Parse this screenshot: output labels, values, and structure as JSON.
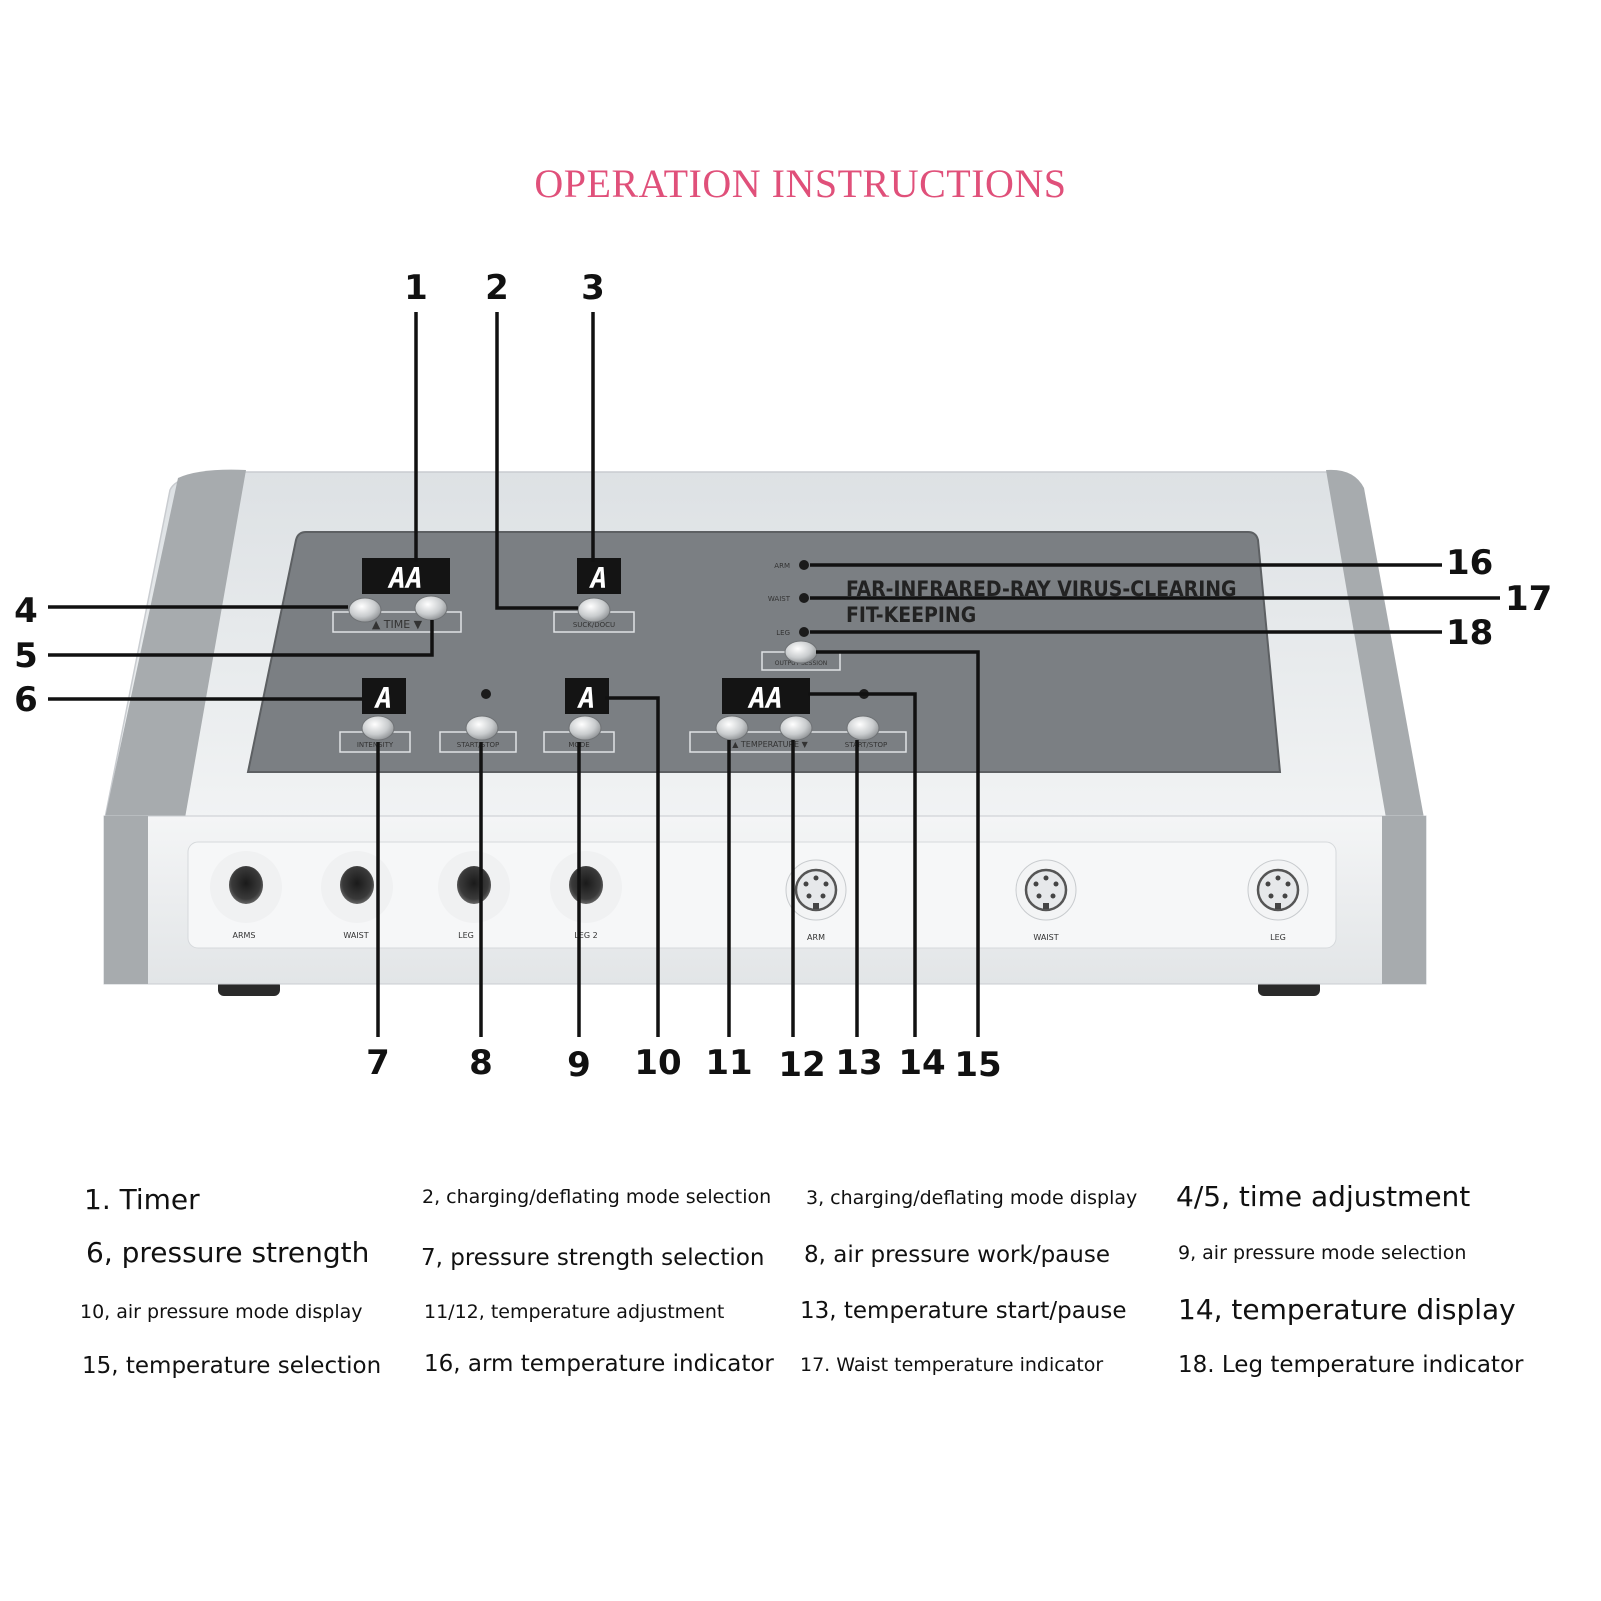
{
  "title": "OPERATION INSTRUCTIONS",
  "colors": {
    "title": "#e0507a",
    "panel": "#7a7e82",
    "body": "#eceff1",
    "side": "#a4a8ab"
  },
  "device": {
    "brand_line1": "FAR-INFRARED-RAY VIRUS-CLEARING",
    "brand_line2": "FIT-KEEPING",
    "display_chars": {
      "timer": "AA",
      "mode": "A",
      "intensity": "A",
      "airmode": "A",
      "temp": "AA"
    },
    "panel_labels": {
      "time": "▲ TIME ▼",
      "suck": "SUCK/DOCU",
      "intensity": "INTENSITY",
      "startstop": "START/STOP",
      "mode": "MODE",
      "temperature": "▲ TEMPERATURE ▼",
      "temp_startstop": "START/STOP",
      "output": "OUTPUT SESSION",
      "arm": "ARM",
      "waist": "WAIST",
      "leg": "LEG"
    },
    "port_labels": [
      "ARMS",
      "WAIST",
      "LEG",
      "LEG 2",
      "ARM",
      "WAIST",
      "LEG"
    ]
  },
  "callouts": [
    "1",
    "2",
    "3",
    "4",
    "5",
    "6",
    "7",
    "8",
    "9",
    "10",
    "11",
    "12",
    "13",
    "14",
    "15",
    "16",
    "17",
    "18"
  ],
  "legend": [
    "1. Timer",
    "2, charging/deflating mode selection",
    "3, charging/deflating mode display",
    "4/5, time adjustment",
    "6, pressure strength",
    "7, pressure strength selection",
    "8, air pressure work/pause",
    "9, air pressure mode selection",
    "10, air pressure mode display",
    "11/12, temperature adjustment",
    "13, temperature start/pause",
    "14, temperature display",
    "15, temperature selection",
    "16, arm temperature indicator",
    "17. Waist temperature indicator",
    "18. Leg temperature indicator"
  ]
}
